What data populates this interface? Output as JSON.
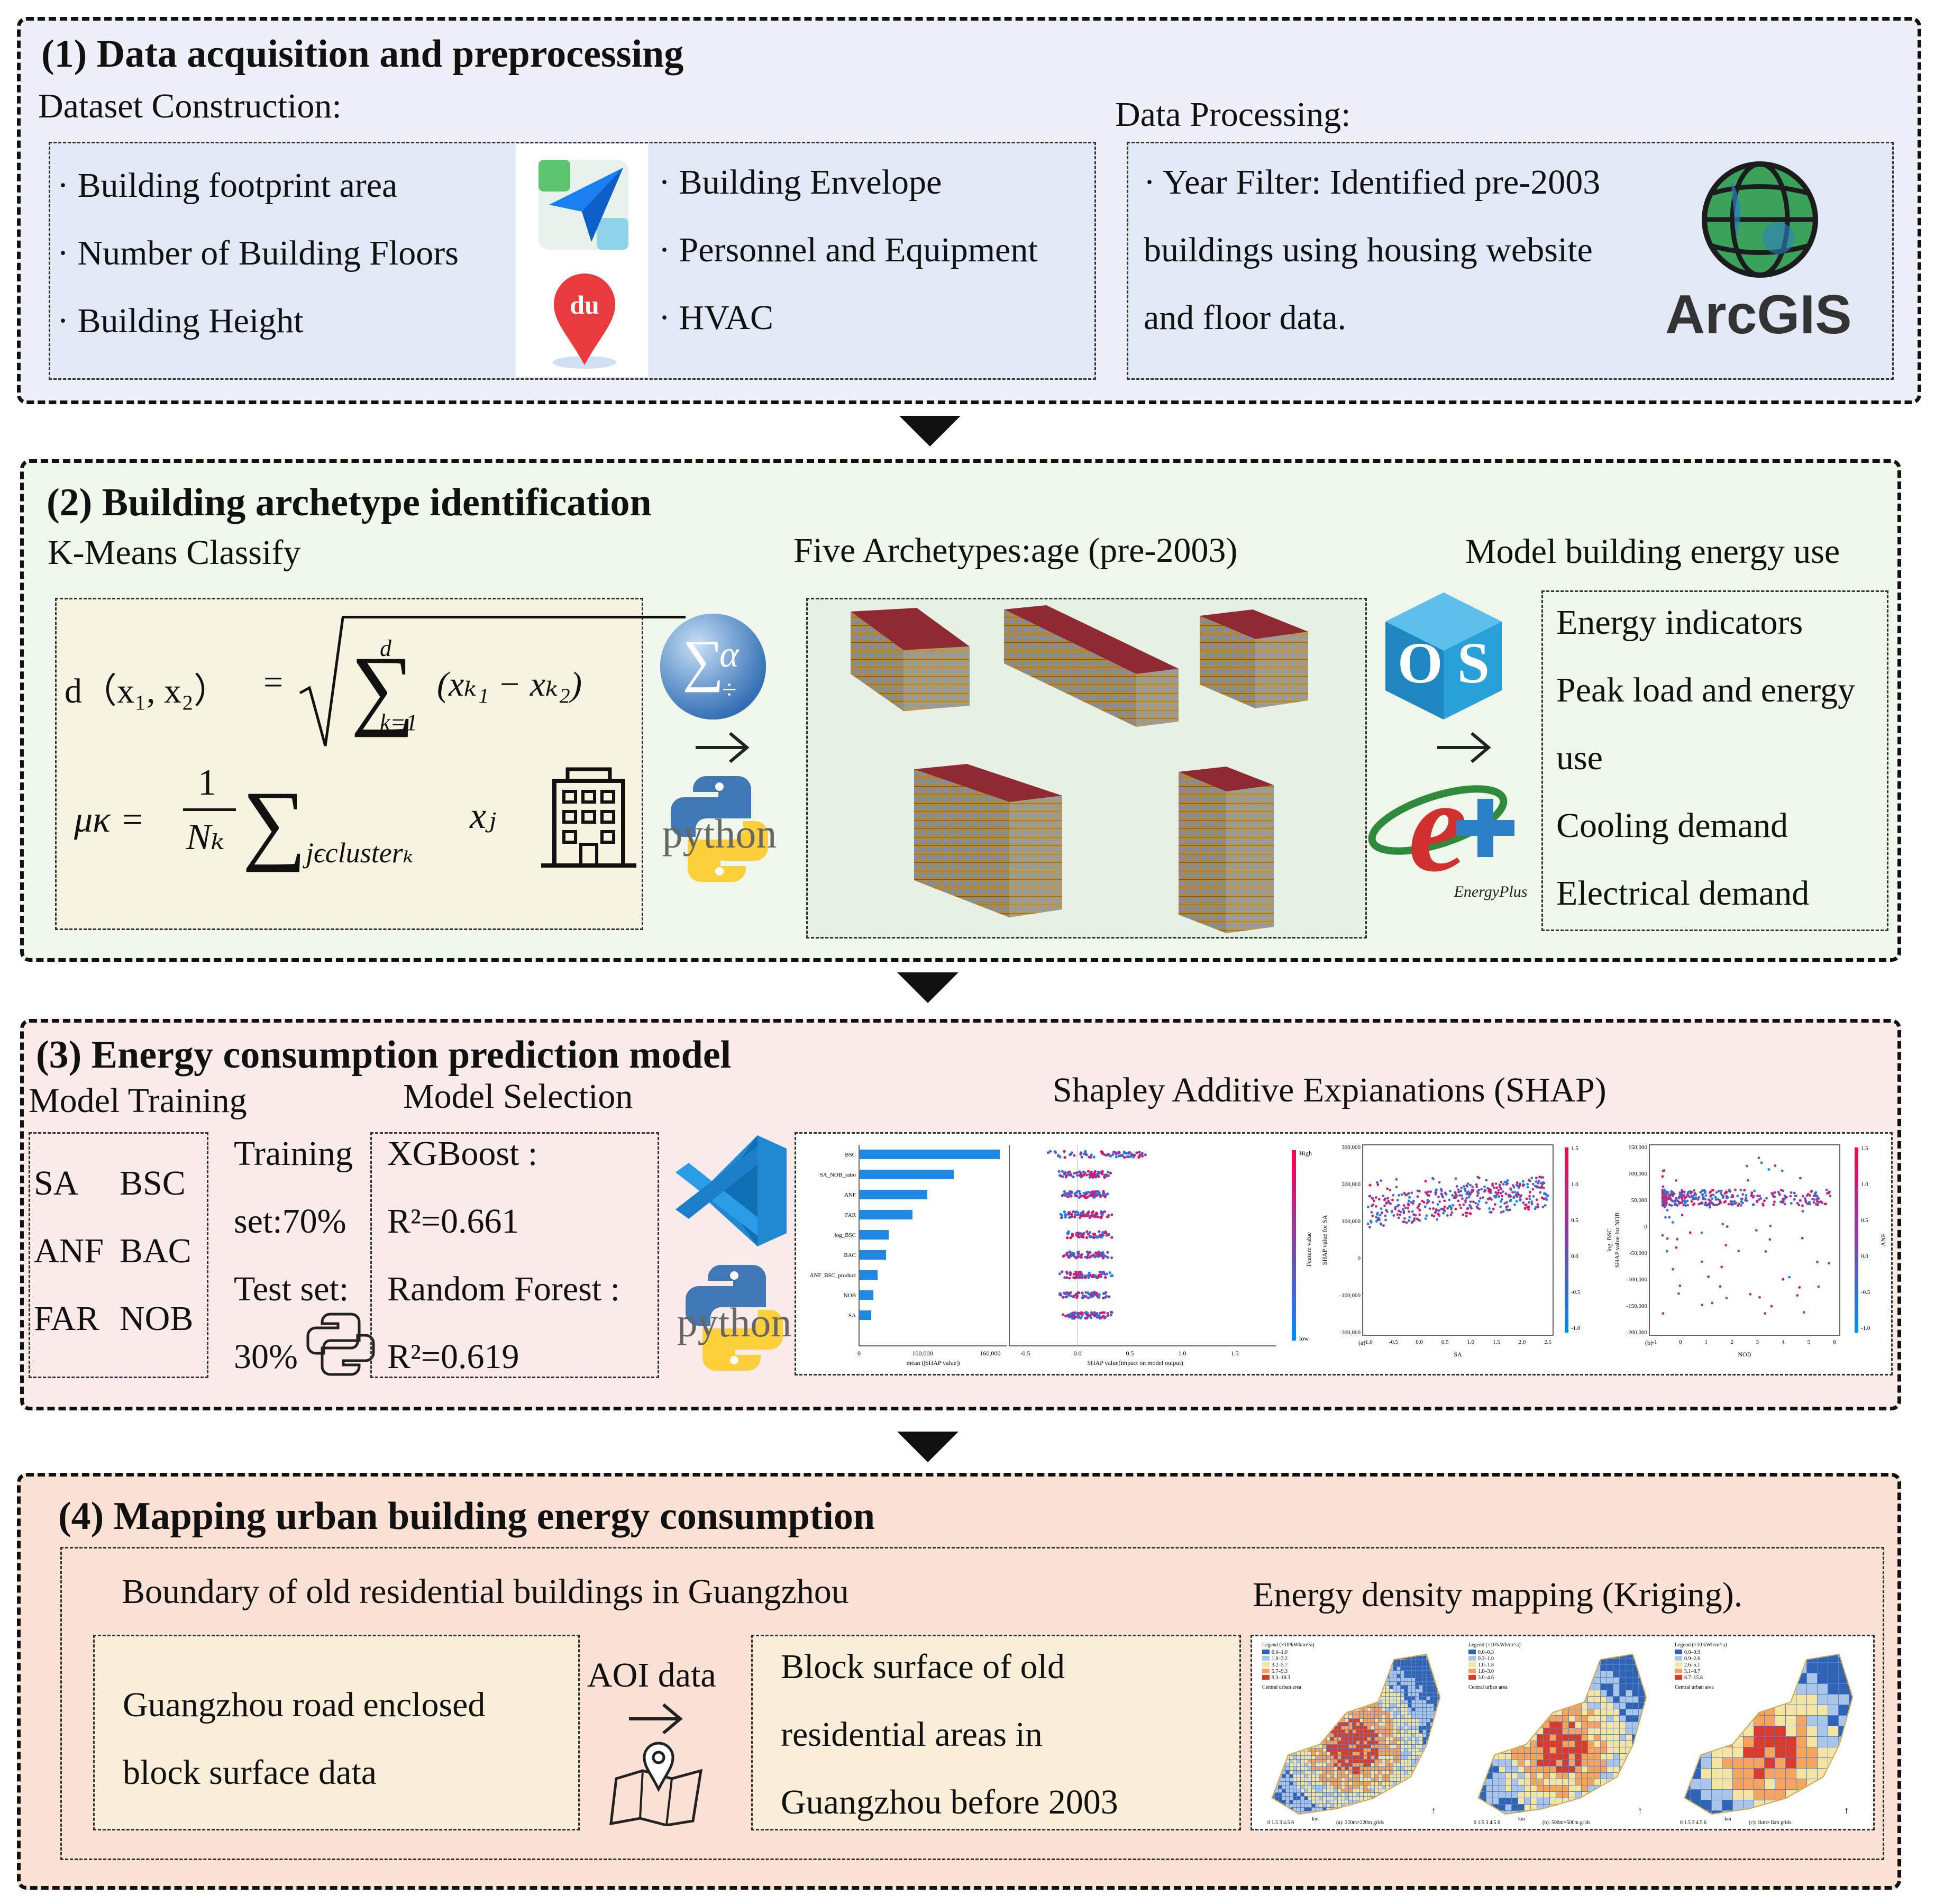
{
  "p1": {
    "title": "(1) Data acquisition and preprocessing",
    "dataset_label": "Dataset Construction:",
    "processing_label": "Data Processing:",
    "left_items": [
      "Building footprint area",
      "Number of Building Floors",
      "Building Height"
    ],
    "right_items": [
      "Building Envelope",
      "Personnel and Equipment",
      "HVAC"
    ],
    "processing_lines": [
      "Year Filter: Identified pre-2003",
      "buildings using housing website",
      "and floor data."
    ],
    "arcgis": "ArcGIS",
    "baidu_logo": "du"
  },
  "p2": {
    "title": "(2) Building archetype identification",
    "kmeans_label": "K-Means Classify",
    "archetypes_label": "Five Archetypes:age (pre-2003)",
    "model_label": "Model building energy use",
    "formula1_lhs": "d（x₁, x₂）",
    "formula1_rhs": "(xₖ₁ − xₖ₂)",
    "formula1_sup": "d",
    "formula1_sub": "k=1",
    "formula2_lhs": "μκ =",
    "formula2_num": "1",
    "formula2_den": "Nₖ",
    "formula2_sub": "jϵclusterₖ",
    "formula2_rhs": "xⱼ",
    "python_label": "python",
    "os_letters": "O S",
    "energyplus_label": "EnergyPlus",
    "energy_lines": [
      "Energy indicators",
      "Peak load and energy",
      "use",
      "Cooling demand",
      "Electrical demand"
    ]
  },
  "p3": {
    "title": "(3) Energy consumption prediction model",
    "training_label": "Model Training",
    "selection_label": "Model Selection",
    "shap_label": "Shapley Additive Expianations (SHAP)",
    "features": [
      [
        "SA",
        "BSC"
      ],
      [
        "ANF",
        "BAC"
      ],
      [
        "FAR",
        "NOB"
      ]
    ],
    "split_lines": [
      "Training",
      "set:70%",
      "Test set:",
      "30%"
    ],
    "model_lines": [
      "XGBoost :",
      "R²=0.661",
      "Random Forest :",
      "R²=0.619"
    ],
    "python_label": "python",
    "bar_features": [
      "BSC",
      "SA_NOB_ratio",
      "ANF",
      "FAR",
      "log_BSC",
      "BAC",
      "ANF_BSC_product",
      "NOB",
      "SA"
    ],
    "bar_xticks": [
      "0",
      "100,000",
      "160,000"
    ],
    "bar_xlabel": "mean (|SHAP value|)",
    "bee_xticks": [
      "-0.5",
      "0.0",
      "0.5",
      "1.0",
      "1.5"
    ],
    "bee_xlabel": "SHAP value(impact on model output)",
    "bee_high": "High",
    "bee_low": "low",
    "bee_feature_value": "Feature value",
    "dep_a_yticks": [
      "300,000",
      "200,000",
      "100,000",
      "0",
      "-100,000",
      "-200,000"
    ],
    "dep_a_xticks": [
      "-1.0",
      "-0.5",
      "0.0",
      "0.5",
      "1.0",
      "1.5",
      "2.0",
      "2.5"
    ],
    "dep_a_xlabel": "SA",
    "dep_a_ylabel": "SHAP value for SA",
    "dep_a_cbar": [
      "1.5",
      "1.0",
      "0.5",
      "0.0",
      "-0.5",
      "-1.0"
    ],
    "dep_a_cbar_label": "log_BSC",
    "dep_a_tag": "(a)",
    "dep_b_yticks": [
      "150,000",
      "100,000",
      "50,000",
      "0",
      "-50,000",
      "-100,000",
      "-150,000",
      "-200,000"
    ],
    "dep_b_xticks": [
      "-1",
      "0",
      "1",
      "2",
      "3",
      "4",
      "5",
      "6"
    ],
    "dep_b_xlabel": "NOB",
    "dep_b_ylabel": "SHAP value for NOB",
    "dep_b_cbar": [
      "1.5",
      "1.0",
      "0.5",
      "0.0",
      "-0.5",
      "-1.0"
    ],
    "dep_b_cbar_label": "ANF",
    "dep_b_tag": "(b)"
  },
  "p4": {
    "title": "(4) Mapping urban building energy consumption",
    "boundary_label": "Boundary of old residential buildings in Guangzhou",
    "kriging_label": "Energy density mapping (Kriging).",
    "road_lines": [
      "Guangzhou road enclosed",
      "block surface data"
    ],
    "aoi_label": "AOI data",
    "block_lines": [
      "Block surface of old",
      "residential areas in",
      "Guangzhou before 2003"
    ],
    "maps": [
      {
        "legend_title": "Legend (×10³kWh/m²·a)",
        "ranges": [
          "0.0–1.0",
          "1.0–3.2",
          "3.2–5.7",
          "5.7–9.3",
          "9.3–18.3"
        ],
        "area": "Central urban area",
        "caption": "(a): 220m×220m grids",
        "scale": "0 1.5 3 4.5 6",
        "unit": "km"
      },
      {
        "legend_title": "Legend (×10³kWh/m²·a)",
        "ranges": [
          "0.0–0.3",
          "0.3–1.0",
          "1.0–1.8",
          "1.8–3.0",
          "3.0–4.6"
        ],
        "area": "Central urban area",
        "caption": "(b): 500m×500m grids",
        "scale": "0 1.5 3 4.5 6",
        "unit": "km"
      },
      {
        "legend_title": "Legend (×10³kWh/m²·a)",
        "ranges": [
          "0.0–0.9",
          "0.9–2.6",
          "2.6–5.1",
          "5.1–8.7",
          "8.7–15.8"
        ],
        "area": "Central urban area",
        "caption": "(c): 1km×1km grids",
        "scale": "0 1.5 3 4.5 6",
        "unit": "km"
      }
    ],
    "legend_colors": [
      "#2f63b5",
      "#a9c6e8",
      "#f4e6a0",
      "#f4a45c",
      "#d93a2b"
    ]
  }
}
